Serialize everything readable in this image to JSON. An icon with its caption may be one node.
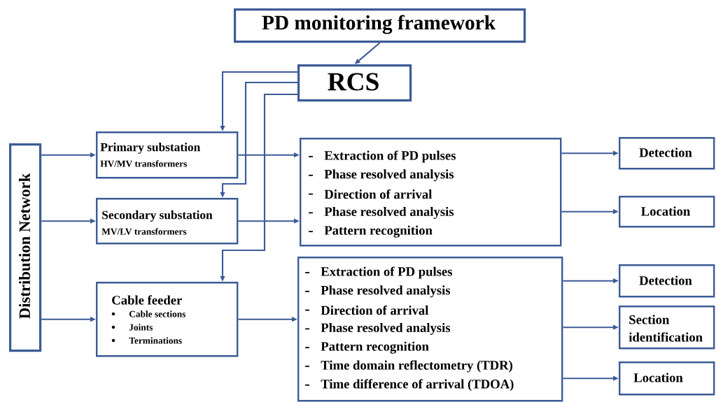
{
  "diagram": {
    "nodes": [
      {
        "text": [
          "PD monitoring framework"
        ]
      },
      {
        "text": [
          "RCS"
        ]
      },
      {
        "text": [
          "Distribution Network"
        ]
      },
      {
        "text": [
          "Primary substation",
          "HV/MV transformers"
        ]
      },
      {
        "text": [
          "Secondary substation",
          "MV/LV transformers"
        ]
      },
      {
        "text": [
          "Cable feeder",
          "Cable sections",
          "Joints",
          "Terminations"
        ]
      },
      {
        "text": [
          "Extraction of PD pulses",
          "Phase resolved analysis",
          "Direction of arrival",
          "Phase resolved analysis",
          "Pattern recognition"
        ]
      },
      {
        "text": [
          "Extraction of PD pulses",
          "Phase resolved analysis",
          "Direction of arrival",
          "Phase resolved analysis",
          "Pattern recognition",
          "Time domain reflectometry (TDR)",
          "Time difference of arrival (TDOA)"
        ]
      },
      {
        "text": [
          "Detection"
        ]
      },
      {
        "text": [
          "Location"
        ]
      },
      {
        "text": [
          "Detection"
        ]
      },
      {
        "text": [
          "Section",
          "identification"
        ]
      },
      {
        "text": [
          "Location"
        ]
      }
    ],
    "edges": [
      {
        "from": 0,
        "to": 1,
        "arrow": "to"
      },
      {
        "from": 1,
        "to": 3,
        "arrow": "to"
      },
      {
        "from": 1,
        "to": 4,
        "arrow": "to"
      },
      {
        "from": 1,
        "to": 5,
        "arrow": "to"
      },
      {
        "from": 2,
        "to": 3,
        "arrow": "to"
      },
      {
        "from": 2,
        "to": 4,
        "arrow": "to"
      },
      {
        "from": 2,
        "to": 5,
        "arrow": "to"
      },
      {
        "from": 3,
        "to": 6,
        "arrow": "to"
      },
      {
        "from": 4,
        "to": 6,
        "arrow": "to"
      },
      {
        "from": 5,
        "to": 7,
        "arrow": "to"
      },
      {
        "from": 6,
        "to": 8,
        "arrow": "to"
      },
      {
        "from": 6,
        "to": 9,
        "arrow": "to"
      },
      {
        "from": 7,
        "to": 10,
        "arrow": "to"
      },
      {
        "from": 7,
        "to": 11,
        "arrow": "to"
      },
      {
        "from": 7,
        "to": 12,
        "arrow": "to"
      }
    ]
  }
}
